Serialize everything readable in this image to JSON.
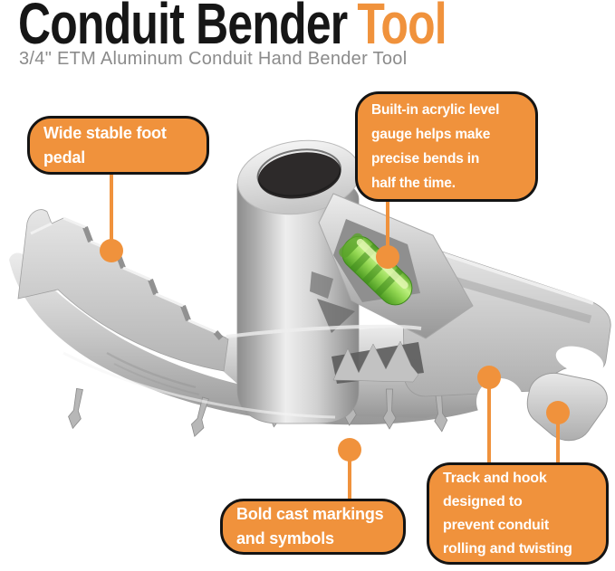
{
  "header": {
    "title": {
      "black": "Conduit Bender",
      "orange": "Tool"
    },
    "subtitle": "3/4\" ETM Aluminum Conduit Hand Bender Tool"
  },
  "callouts": [
    {
      "id": "foot-pedal",
      "text": "Wide stable foot\npedal"
    },
    {
      "id": "level-gauge",
      "text": "Built-in acrylic level\ngauge helps make\nprecise bends in\nhalf the time."
    },
    {
      "id": "cast-markings",
      "text": "Bold cast markings\nand symbols"
    },
    {
      "id": "track-hook",
      "text": "Track and hook\ndesigned to\nprevent conduit\nrolling and twisting"
    }
  ],
  "colors": {
    "accent_orange": "#F0923C",
    "callout_border": "#141414",
    "callout_text": "#FFFFFF",
    "title_black": "#161616",
    "subtitle_gray": "#8B8B8B",
    "metal_light": "#ECECEC",
    "metal_mid": "#C4C4C4",
    "metal_dark": "#909090",
    "socket_hole": "#2D2A2A",
    "level_green": "#8FD44F"
  }
}
